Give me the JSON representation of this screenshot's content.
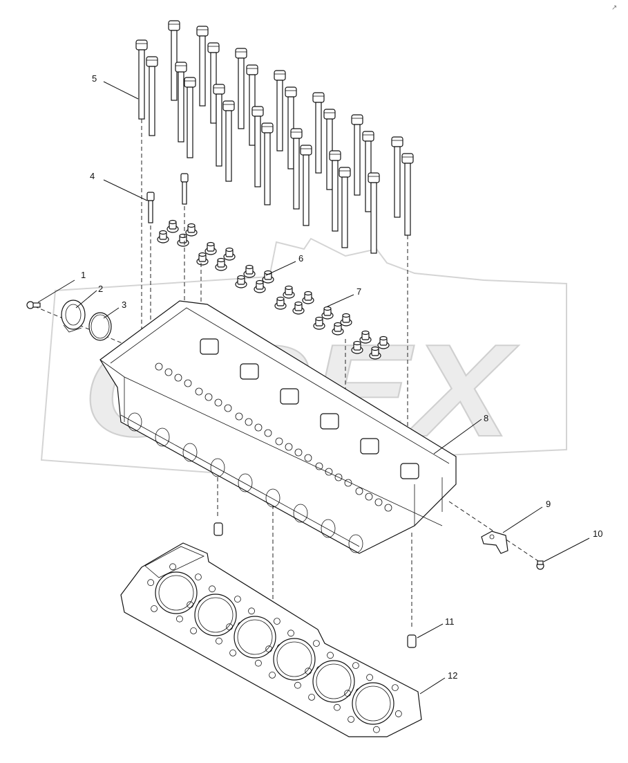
{
  "diagram": {
    "watermark": "OREX",
    "callouts": [
      {
        "id": "1",
        "label": "1"
      },
      {
        "id": "2",
        "label": "2"
      },
      {
        "id": "3",
        "label": "3"
      },
      {
        "id": "4",
        "label": "4"
      },
      {
        "id": "5",
        "label": "5"
      },
      {
        "id": "6",
        "label": "6"
      },
      {
        "id": "7",
        "label": "7"
      },
      {
        "id": "8",
        "label": "8"
      },
      {
        "id": "9",
        "label": "9"
      },
      {
        "id": "10",
        "label": "10"
      },
      {
        "id": "11",
        "label": "11"
      },
      {
        "id": "12",
        "label": "12"
      }
    ],
    "corner_mark": "↗"
  }
}
